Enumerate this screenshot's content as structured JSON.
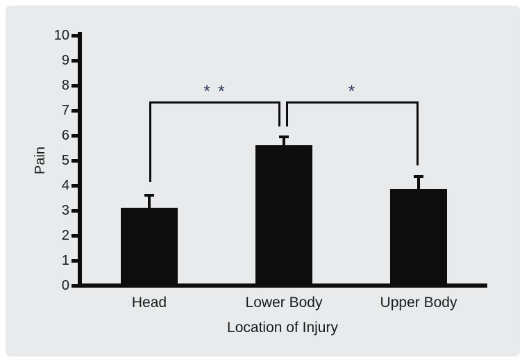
{
  "figure": {
    "panel_background": "#e9eaeb",
    "page_background": "#ffffff",
    "ink_color": "#0d0d0d",
    "text_color": "#1b1b1b"
  },
  "chart_data": {
    "type": "bar",
    "title": "",
    "xlabel": "Location of Injury",
    "ylabel": "Pain",
    "categories": [
      "Head",
      "Lower Body",
      "Upper Body"
    ],
    "values": [
      3.1,
      5.6,
      3.85
    ],
    "errors_plus": [
      0.5,
      0.35,
      0.5
    ],
    "ylim": [
      0,
      10
    ],
    "yticks": [
      0,
      1,
      2,
      3,
      4,
      5,
      6,
      7,
      8,
      9,
      10
    ],
    "grid": false,
    "legend": false,
    "bar_color": "#0d0d0d",
    "significance_color": "#2c3757",
    "significance": [
      {
        "label": "* *",
        "from": "Head",
        "to": "Lower Body",
        "bracket_y": 7.35,
        "left_drop_to": 4.15,
        "right_drop_to": 6.35
      },
      {
        "label": "*",
        "from": "Lower Body",
        "to": "Upper Body",
        "bracket_y": 7.35,
        "left_drop_to": 6.35,
        "right_drop_to": 4.8
      }
    ]
  }
}
